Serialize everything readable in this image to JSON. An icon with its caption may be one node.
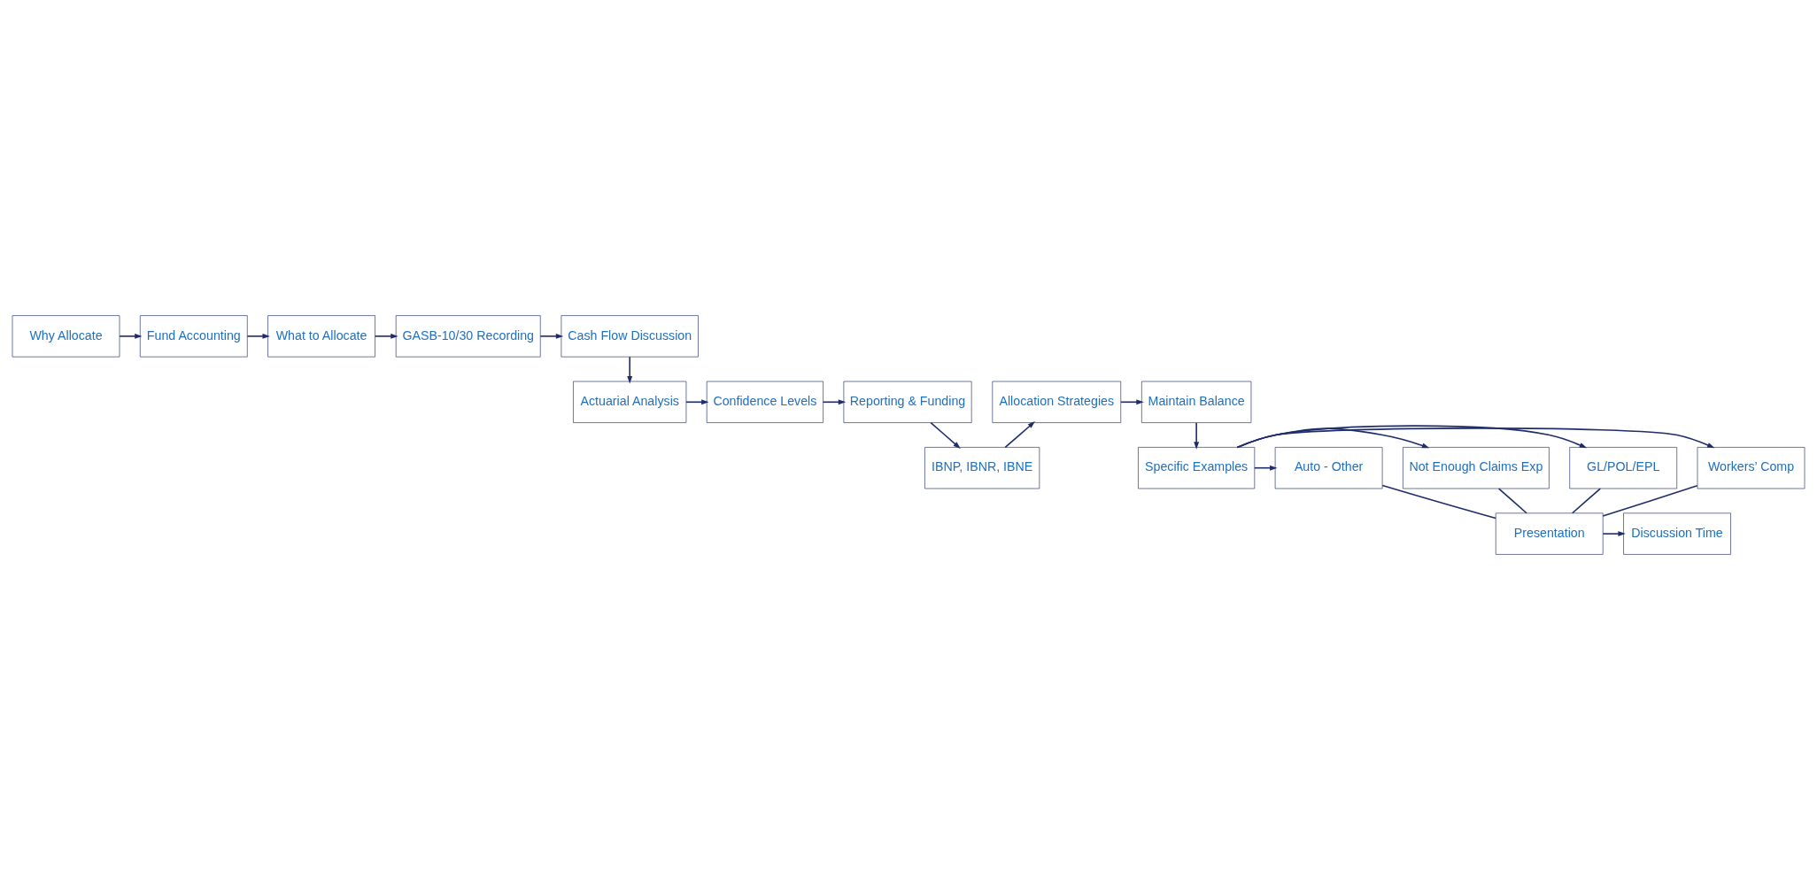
{
  "diagram": {
    "nodes": [
      {
        "text": [
          "Why Allocate"
        ]
      },
      {
        "text": [
          "Fund Accounting"
        ]
      },
      {
        "text": [
          "What to Allocate"
        ]
      },
      {
        "text": [
          "GASB-10/30 Recording"
        ]
      },
      {
        "text": [
          "Cash Flow Discussion"
        ]
      },
      {
        "text": [
          "Maintain Balance"
        ]
      },
      {
        "text": [
          "Allocation Strategies"
        ]
      },
      {
        "text": [
          "Reporting & Funding"
        ]
      },
      {
        "text": [
          "Confidence Levels"
        ]
      },
      {
        "text": [
          "Actuarial Analysis"
        ]
      },
      {
        "text": [
          "IBNP, IBNR, IBNE"
        ]
      },
      {
        "text": [
          "Workers’ Comp"
        ]
      },
      {
        "text": [
          "Specific Examples"
        ]
      },
      {
        "text": [
          "GL/POL/EPL"
        ]
      },
      {
        "text": [
          "Presentation"
        ]
      },
      {
        "text": [
          "Discussion Time"
        ]
      },
      {
        "text": [
          "Not Enough Claims Exp"
        ]
      },
      {
        "text": [
          "Auto - Other"
        ]
      }
    ],
    "edges": [
      {
        "from": 0,
        "to": 1,
        "arrow": "to"
      },
      {
        "from": 1,
        "to": 2,
        "arrow": "to"
      },
      {
        "from": 2,
        "to": 3,
        "arrow": "to"
      },
      {
        "from": 3,
        "to": 4,
        "arrow": "to"
      },
      {
        "from": 4,
        "to": 9,
        "arrow": "to"
      },
      {
        "from": 9,
        "to": 8,
        "arrow": "to"
      },
      {
        "from": 8,
        "to": 7,
        "arrow": "to"
      },
      {
        "from": 7,
        "to": 10,
        "arrow": "to"
      },
      {
        "from": 10,
        "to": 6,
        "arrow": "to"
      },
      {
        "from": 6,
        "to": 5,
        "arrow": "to"
      },
      {
        "from": 5,
        "to": 12,
        "arrow": "to"
      },
      {
        "from": 12,
        "to": 11,
        "arrow": "to"
      },
      {
        "from": 12,
        "to": 13,
        "arrow": "to"
      },
      {
        "from": 12,
        "to": 16,
        "arrow": "to"
      },
      {
        "from": 12,
        "to": 17,
        "arrow": "to"
      },
      {
        "from": 11,
        "to": 14,
        "arrow": "none"
      },
      {
        "from": 13,
        "to": 14,
        "arrow": "none"
      },
      {
        "from": 16,
        "to": 14,
        "arrow": "none"
      },
      {
        "from": 17,
        "to": 14,
        "arrow": "none"
      },
      {
        "from": 14,
        "to": 15,
        "arrow": "to"
      }
    ]
  }
}
